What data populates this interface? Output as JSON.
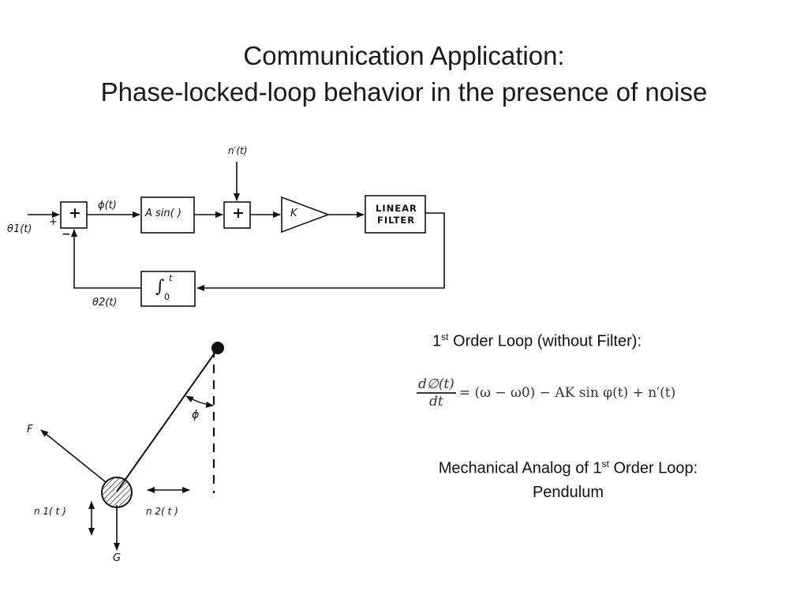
{
  "slide": {
    "title_line1": "Communication Application:",
    "title_line2": "Phase-locked-loop behavior in the presence of noise"
  },
  "block_diagram": {
    "input_label": "θ1(t)",
    "sum1_symbol": "+",
    "sum1_plus": "+",
    "sum1_minus": "−",
    "error_label": "ϕ(t)",
    "nonlinearity_label": "A sin(  )",
    "noise_label": "n′(t)",
    "sum2_symbol": "+",
    "gain_label": "K",
    "filter_line1": "LINEAR",
    "filter_line2": "FILTER",
    "integrator_label": "∫",
    "integrator_upper": "t",
    "integrator_lower": "0",
    "feedback_label": "θ2(t)"
  },
  "pendulum": {
    "force_label": "F",
    "angle_label": "ϕ",
    "noise1_label": "n 1( t )",
    "noise2_label": "n 2( t )",
    "gravity_label": "G"
  },
  "text": {
    "loop_heading_prefix": "1",
    "loop_heading_sup": "st",
    "loop_heading_rest": " Order Loop (without Filter):",
    "analog_prefix": "Mechanical Analog of 1",
    "analog_sup": "st",
    "analog_rest": " Order Loop:",
    "analog_line2": "Pendulum"
  },
  "equation": {
    "numerator": "d∅(t)",
    "denominator": "dt",
    "rhs": "= (ω − ω0) − AK sin φ(t) + n′(t)"
  }
}
